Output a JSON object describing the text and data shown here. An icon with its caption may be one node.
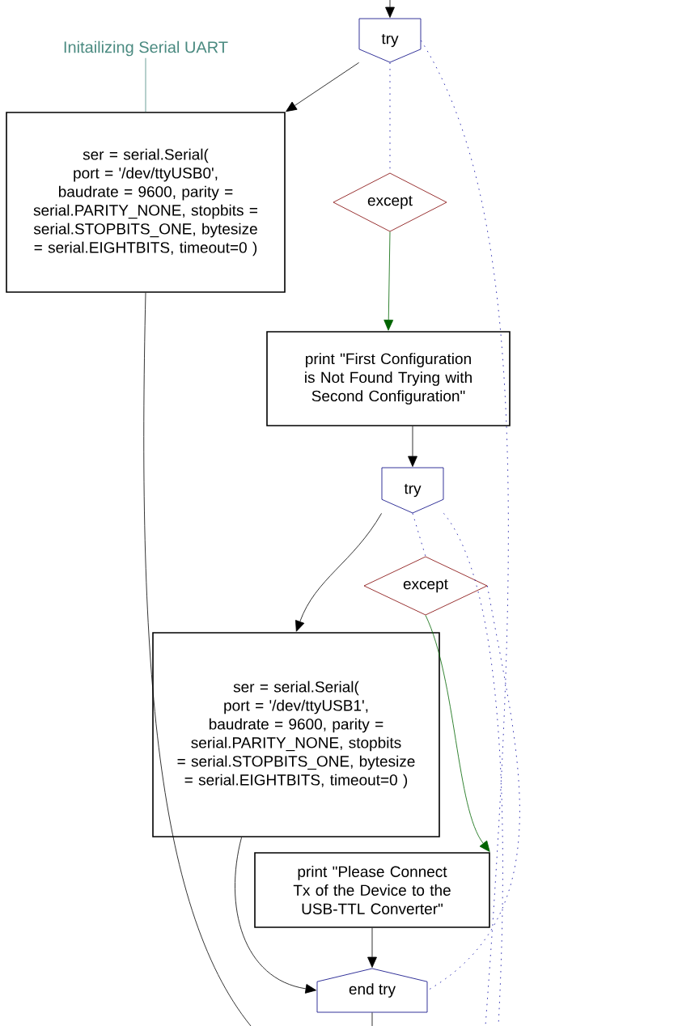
{
  "diagram": {
    "nodes": [
      {
        "text": [
          "Initailizing Serial UART"
        ]
      },
      {
        "text": [
          "try"
        ]
      },
      {
        "text": [
          "ser = serial.Serial( port = '/dev/ttyUSB0', baudrate = 9600, parity = serial.PARITY_NONE, stopbits = serial.STOPBITS_ONE, bytesize = serial.EIGHTBITS, timeout=0 )"
        ]
      },
      {
        "text": [
          "except"
        ]
      },
      {
        "text": [
          "print \"First Configuration is Not Found Trying with Second Configuration\""
        ]
      },
      {
        "text": [
          "try"
        ]
      },
      {
        "text": [
          "except"
        ]
      },
      {
        "text": [
          "ser = serial.Serial( port = '/dev/ttyUSB1', baudrate = 9600, parity = serial.PARITY_NONE, stopbits = serial.STOPBITS_ONE, bytesize = serial.EIGHTBITS, timeout=0 )"
        ]
      },
      {
        "text": [
          "print \"Please Connect Tx of the Device to the USB-TTL Converter\""
        ]
      },
      {
        "text": [
          "end try"
        ]
      }
    ],
    "edges": [
      {
        "from": null,
        "to": 1,
        "arrow": "to"
      },
      {
        "from": 0,
        "to": 2,
        "arrow": "none",
        "color": "#4a8a80"
      },
      {
        "from": 1,
        "to": 2,
        "arrow": "to"
      },
      {
        "from": 1,
        "to": 3,
        "arrow": "none",
        "style": "dashed",
        "color": "#0000a0"
      },
      {
        "from": 1,
        "to": null,
        "arrow": "none",
        "style": "dashed",
        "color": "#0000a0"
      },
      {
        "from": 3,
        "to": 4,
        "arrow": "to",
        "color": "#006400"
      },
      {
        "from": 2,
        "to": null,
        "arrow": "none"
      },
      {
        "from": 4,
        "to": 5,
        "arrow": "to"
      },
      {
        "from": 5,
        "to": 7,
        "arrow": "to"
      },
      {
        "from": 5,
        "to": 6,
        "arrow": "none",
        "style": "dashed",
        "color": "#0000a0"
      },
      {
        "from": 5,
        "to": null,
        "arrow": "none",
        "style": "dashed",
        "color": "#0000a0"
      },
      {
        "from": 6,
        "to": 8,
        "arrow": "to",
        "color": "#006400"
      },
      {
        "from": 7,
        "to": 9,
        "arrow": "to"
      },
      {
        "from": 8,
        "to": 9,
        "arrow": "to"
      },
      {
        "from": 6,
        "to": 9,
        "arrow": "none",
        "style": "dashed",
        "color": "#0000a0"
      },
      {
        "from": 9,
        "to": null,
        "arrow": "none"
      }
    ]
  }
}
